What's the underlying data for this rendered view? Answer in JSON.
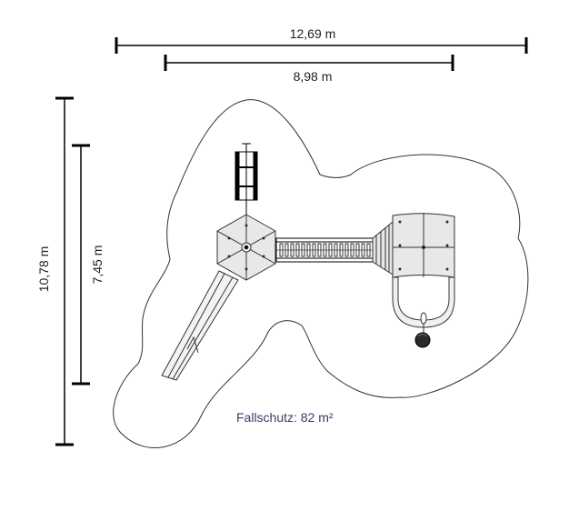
{
  "dimensions": {
    "overall_width": "12,69 m",
    "inner_width": "8,98 m",
    "overall_height": "10,78 m",
    "inner_height": "7,45 m"
  },
  "safety_area_label": "Fallschutz: 82 m²"
}
